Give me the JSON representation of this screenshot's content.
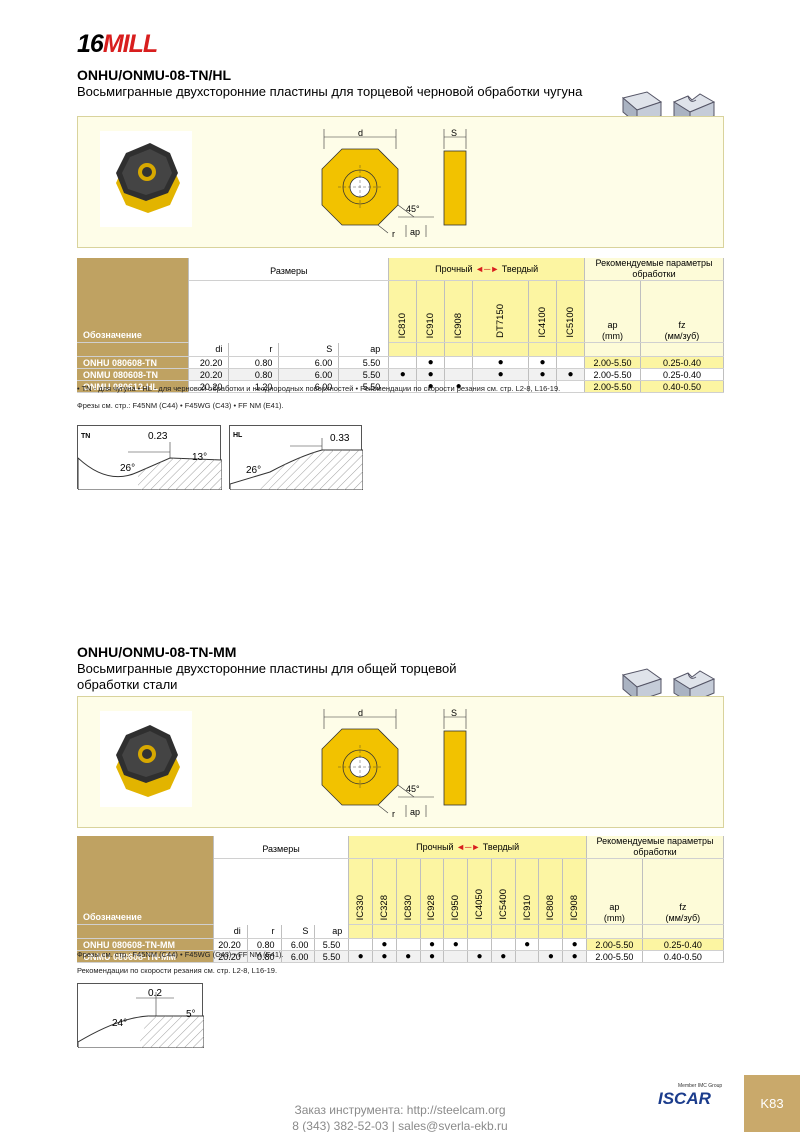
{
  "brand": {
    "logo_num": "16",
    "logo_word": "MILL"
  },
  "section1": {
    "title": "ONHU/ONMU-08-TN/HL",
    "subtitle": "Восьмигранные двухсторонние пластины для торцевой черновой обработки чугуна",
    "drawing": {
      "d": "d",
      "s": "S",
      "angle": "45°",
      "r": "r",
      "ap": "ap"
    },
    "table": {
      "dims_header": "Размеры",
      "grade_header_left": "Прочный",
      "grade_header_right": "Твердый",
      "rec_header": "Рекомендуемые параметры обработки",
      "col_designation": "Обозначение",
      "col_di": "di",
      "col_r": "r",
      "col_s": "S",
      "col_ap": "ap",
      "grades": [
        "IC810",
        "IC910",
        "IC908",
        "DT7150",
        "IC4100",
        "IC5100"
      ],
      "col_ap_rec": "ap",
      "col_ap_unit": "(mm)",
      "col_fz": "fz",
      "col_fz_unit": "(мм/зуб)",
      "rows": [
        {
          "code": "ONHU 080608-TN",
          "di": "20.20",
          "r": "0.80",
          "s": "6.00",
          "ap": "5.50",
          "marks": [
            "",
            "●",
            "",
            "●",
            "●",
            ""
          ],
          "ap_rec": "2.00-5.50",
          "fz": "0.25-0.40"
        },
        {
          "code": "ONMU 080608-TN",
          "di": "20.20",
          "r": "0.80",
          "s": "6.00",
          "ap": "5.50",
          "marks": [
            "●",
            "●",
            "",
            "●",
            "●",
            "●"
          ],
          "ap_rec": "2.00-5.50",
          "fz": "0.25-0.40"
        },
        {
          "code": "ONMU 080612-HL",
          "di": "20.20",
          "r": "1.20",
          "s": "6.00",
          "ap": "5.50",
          "marks": [
            "",
            "●",
            "●",
            "",
            "",
            ""
          ],
          "ap_rec": "2.00-5.50",
          "fz": "0.40-0.50"
        }
      ]
    },
    "note1": "• TN - для чугуна   • HL - для черновой обработки и неоднородных поверхностей   • Рекомендации по скорости резания см. стр. L2-8, L16-19.",
    "note2": "Фрезы см. стр.: F45NM (C44)  • F45WG (C43)  • FF NM (E41).",
    "profiles": [
      {
        "label": "TN",
        "dim1": "0.23",
        "angle1": "26°",
        "angle2": "13°"
      },
      {
        "label": "HL",
        "dim1": "0.33",
        "angle1": "26°"
      }
    ]
  },
  "section2": {
    "title": "ONHU/ONMU-08-TN-MM",
    "subtitle_line1": "Восьмигранные двухсторонние пластины для общей торцевой",
    "subtitle_line2": "обработки стали",
    "drawing": {
      "d": "d",
      "s": "S",
      "angle": "45°",
      "r": "r",
      "ap": "ap"
    },
    "table": {
      "dims_header": "Размеры",
      "grade_header_left": "Прочный",
      "grade_header_right": "Твердый",
      "rec_header": "Рекомендуемые параметры обработки",
      "col_designation": "Обозначение",
      "col_di": "di",
      "col_r": "r",
      "col_s": "S",
      "col_ap": "ap",
      "grades": [
        "IC330",
        "IC328",
        "IC830",
        "IC928",
        "IC950",
        "IC4050",
        "IC5400",
        "IC910",
        "IC808",
        "IC908"
      ],
      "col_ap_rec": "ap",
      "col_ap_unit": "(mm)",
      "col_fz": "fz",
      "col_fz_unit": "(мм/зуб)",
      "rows": [
        {
          "code": "ONHU 080608-TN-MM",
          "di": "20.20",
          "r": "0.80",
          "s": "6.00",
          "ap": "5.50",
          "marks": [
            "",
            "●",
            "",
            "●",
            "●",
            "",
            "",
            "●",
            "",
            "●"
          ],
          "ap_rec": "2.00-5.50",
          "fz": "0.25-0.40"
        },
        {
          "code": "ONMU 080608-TN-MM",
          "di": "20.20",
          "r": "0.80",
          "s": "6.00",
          "ap": "5.50",
          "marks": [
            "●",
            "●",
            "●",
            "●",
            "",
            "●",
            "●",
            "",
            "●",
            "●"
          ],
          "ap_rec": "2.00-5.50",
          "fz": "0.40-0.50"
        }
      ]
    },
    "note1": "Фрезы см. стр.: F45NM (C44)  • F45WG (C43)  • FF NM (E41).",
    "note2": "Рекомендации по скорости резания см. стр. L2-8, L16-19.",
    "profile": {
      "dim1": "0.2",
      "angle1": "24°",
      "angle2": "5°"
    }
  },
  "footer": {
    "line1": "Заказ инструмента: http://steelcam.org",
    "line2": "8 (343) 382-52-03  |  sales@sverla-ekb.ru",
    "page": "K83",
    "iscar_tag": "Member IMC Group",
    "iscar_word": "ISCAR"
  },
  "colors": {
    "gold": "#bfa262",
    "yellow": "#fcf5a2",
    "insert": "#f2c200",
    "accent": "#d81e1e"
  }
}
